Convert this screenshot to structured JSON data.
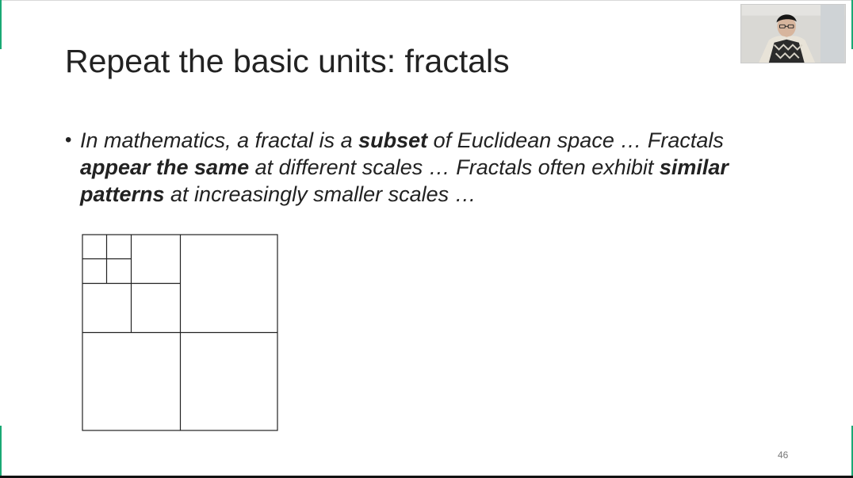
{
  "slide": {
    "title": "Repeat the basic units: fractals",
    "bullet": {
      "marker": "•",
      "segments": [
        {
          "text": "In mathematics, a fractal is a ",
          "bold": false
        },
        {
          "text": "subset",
          "bold": true
        },
        {
          "text": " of Euclidean space … Fractals ",
          "bold": false
        },
        {
          "text": "appear the same",
          "bold": true
        },
        {
          "text": " at different scales …  Fractals often exhibit ",
          "bold": false
        },
        {
          "text": "similar patterns",
          "bold": true
        },
        {
          "text": " at increasingly smaller scales …",
          "bold": false
        }
      ]
    },
    "page_number": "46"
  },
  "colors": {
    "accent": "#19a974",
    "title_text": "#222222",
    "body_text": "#222222",
    "diagram_line": "#222222"
  }
}
